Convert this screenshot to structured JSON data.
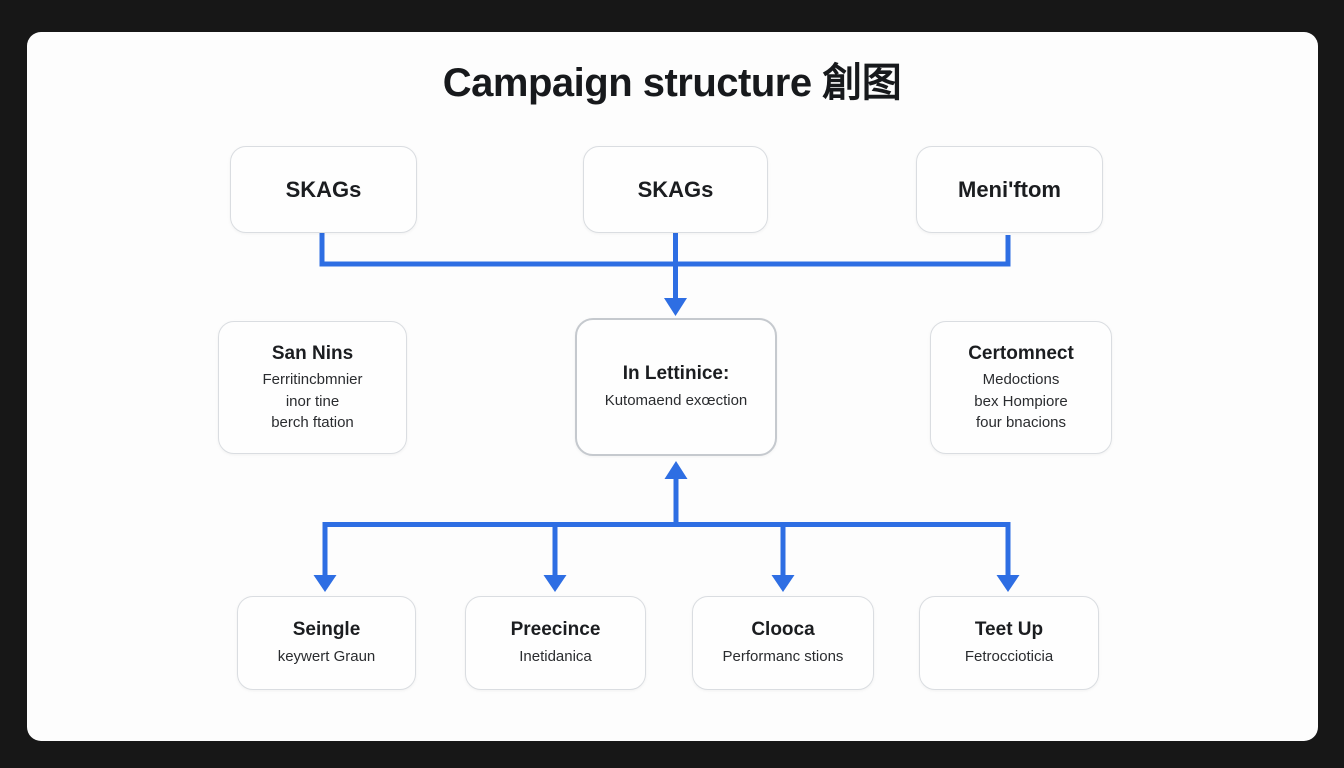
{
  "colors": {
    "accent": "#2e6ee3",
    "background": "#171717",
    "card": "#fdfdfd"
  },
  "title": "Campaign structure 創图",
  "top_row": [
    {
      "title": "SKAGs"
    },
    {
      "title": "SKAGs"
    },
    {
      "title": "Meni'ftom"
    }
  ],
  "mid_row": [
    {
      "title": "San Nins",
      "lines": [
        "Ferritincbmnier",
        "inor tine",
        "berch ftation"
      ]
    },
    {
      "title": "In Lettinice:",
      "lines": [
        "Kutomaend exœction"
      ]
    },
    {
      "title": "Certomnect",
      "lines": [
        "Medoctions",
        "bex Hompiore",
        "four bnacions"
      ]
    }
  ],
  "bottom_row": [
    {
      "title": "Seingle",
      "lines": [
        "keywert Graun"
      ]
    },
    {
      "title": "Preecince",
      "lines": [
        "Inetidanica"
      ]
    },
    {
      "title": "Clooca",
      "lines": [
        "Performanc stions"
      ]
    },
    {
      "title": "Teet Up",
      "lines": [
        "Fetroccioticia"
      ]
    }
  ]
}
